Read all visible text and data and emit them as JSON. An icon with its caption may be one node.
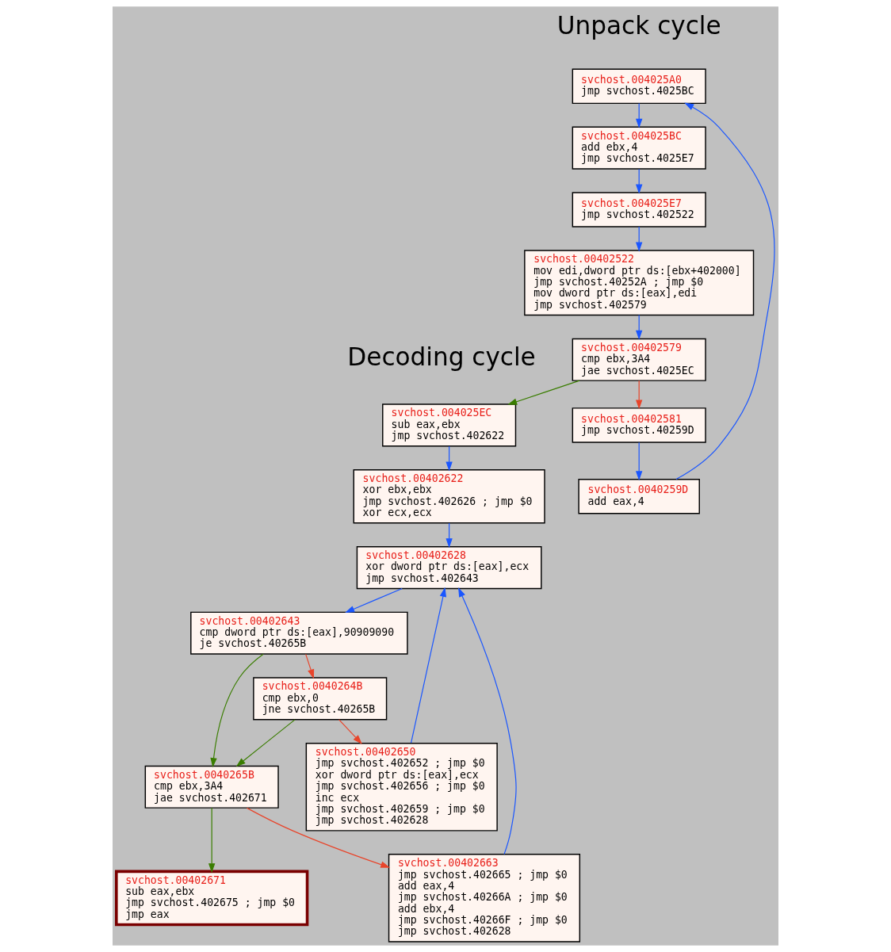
{
  "diagram": {
    "nodes": [
      {
        "text": [
          "svchost.004025A0",
          "jmp svchost.4025BC"
        ]
      },
      {
        "text": [
          "svchost.004025BC",
          "add ebx,4",
          "jmp svchost.4025E7"
        ]
      },
      {
        "text": [
          "svchost.004025E7",
          "jmp svchost.402522"
        ]
      },
      {
        "text": [
          "svchost.00402522",
          "mov edi,dword ptr ds:[ebx+402000]",
          "jmp svchost.40252A ; jmp $0",
          "mov dword ptr ds:[eax],edi",
          "jmp svchost.402579"
        ]
      },
      {
        "text": [
          "svchost.00402579",
          "cmp ebx,3A4",
          "jae svchost.4025EC"
        ]
      },
      {
        "text": [
          "svchost.004025EC",
          "sub eax,ebx",
          "jmp svchost.402622"
        ]
      },
      {
        "text": [
          "svchost.00402581",
          "jmp svchost.40259D"
        ]
      },
      {
        "text": [
          "svchost.00402622",
          "xor ebx,ebx",
          "jmp svchost.402626 ; jmp $0",
          "xor ecx,ecx"
        ]
      },
      {
        "text": [
          "svchost.0040259D",
          "add eax,4"
        ]
      },
      {
        "text": [
          "svchost.00402628",
          "xor dword ptr ds:[eax],ecx",
          "jmp svchost.402643"
        ]
      },
      {
        "text": [
          "svchost.00402643",
          "cmp dword ptr ds:[eax],90909090",
          "je svchost.40265B"
        ]
      },
      {
        "text": [
          "svchost.0040264B",
          "cmp ebx,0",
          "jne svchost.40265B"
        ]
      },
      {
        "text": [
          "svchost.0040265B",
          "cmp ebx,3A4",
          "jae svchost.402671"
        ]
      },
      {
        "text": [
          "svchost.00402650",
          "jmp svchost.402652 ; jmp $0",
          "xor dword ptr ds:[eax],ecx",
          "jmp svchost.402656 ; jmp $0",
          "inc ecx",
          "jmp svchost.402659 ; jmp $0",
          "jmp svchost.402628"
        ]
      },
      {
        "text": [
          "svchost.00402671",
          "sub eax,ebx",
          "jmp svchost.402675 ; jmp $0",
          "jmp eax"
        ]
      },
      {
        "text": [
          "svchost.00402663",
          "jmp svchost.402665 ; jmp $0",
          "add eax,4",
          "jmp svchost.40266A ; jmp $0",
          "add ebx,4",
          "jmp svchost.40266F ; jmp $0",
          "jmp svchost.402628"
        ]
      }
    ],
    "edges": [
      {
        "from": 0,
        "to": 1,
        "arrow": "to"
      },
      {
        "from": 1,
        "to": 2,
        "arrow": "to"
      },
      {
        "from": 2,
        "to": 3,
        "arrow": "to"
      },
      {
        "from": 3,
        "to": 4,
        "arrow": "to"
      },
      {
        "from": 4,
        "to": 5,
        "arrow": "to",
        "color": "#3a7d00"
      },
      {
        "from": 4,
        "to": 6,
        "arrow": "to",
        "color": "#e8452b"
      },
      {
        "from": 5,
        "to": 7,
        "arrow": "to"
      },
      {
        "from": 6,
        "to": 8,
        "arrow": "to"
      },
      {
        "from": 8,
        "to": 0,
        "arrow": "to"
      },
      {
        "from": 7,
        "to": 9,
        "arrow": "to"
      },
      {
        "from": 13,
        "to": 9,
        "arrow": "to"
      },
      {
        "from": 15,
        "to": 9,
        "arrow": "to"
      },
      {
        "from": 9,
        "to": 10,
        "arrow": "to"
      },
      {
        "from": 10,
        "to": 12,
        "arrow": "to",
        "color": "#3a7d00"
      },
      {
        "from": 10,
        "to": 11,
        "arrow": "to",
        "color": "#e8452b"
      },
      {
        "from": 11,
        "to": 12,
        "arrow": "to",
        "color": "#3a7d00"
      },
      {
        "from": 11,
        "to": 13,
        "arrow": "to",
        "color": "#e8452b"
      },
      {
        "from": 12,
        "to": 14,
        "arrow": "to",
        "color": "#3a7d00"
      },
      {
        "from": 12,
        "to": 15,
        "arrow": "to",
        "color": "#e8452b"
      }
    ],
    "labels": [
      "Unpack cycle",
      "Decoding cycle"
    ]
  }
}
